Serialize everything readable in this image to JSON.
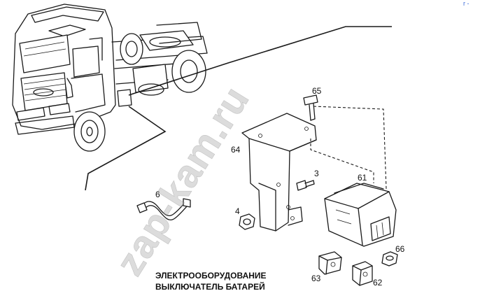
{
  "caption": {
    "line1": "ЭЛЕКТРООБОРУДОВАНИЕ",
    "line2": "ВЫКЛЮЧАТЕЛЬ БАТАРЕЙ"
  },
  "watermark": "zap-kam.ru",
  "corner_mark": "r -",
  "callouts": {
    "p65": "65",
    "p64": "64",
    "p3": "3",
    "p61": "61",
    "p6": "6",
    "p4": "4",
    "p66": "66",
    "p63": "63",
    "p62": "62"
  },
  "colors": {
    "line": "#1a1a1a",
    "watermark": "#9a9a9a",
    "corner": "#3a6ad8"
  }
}
